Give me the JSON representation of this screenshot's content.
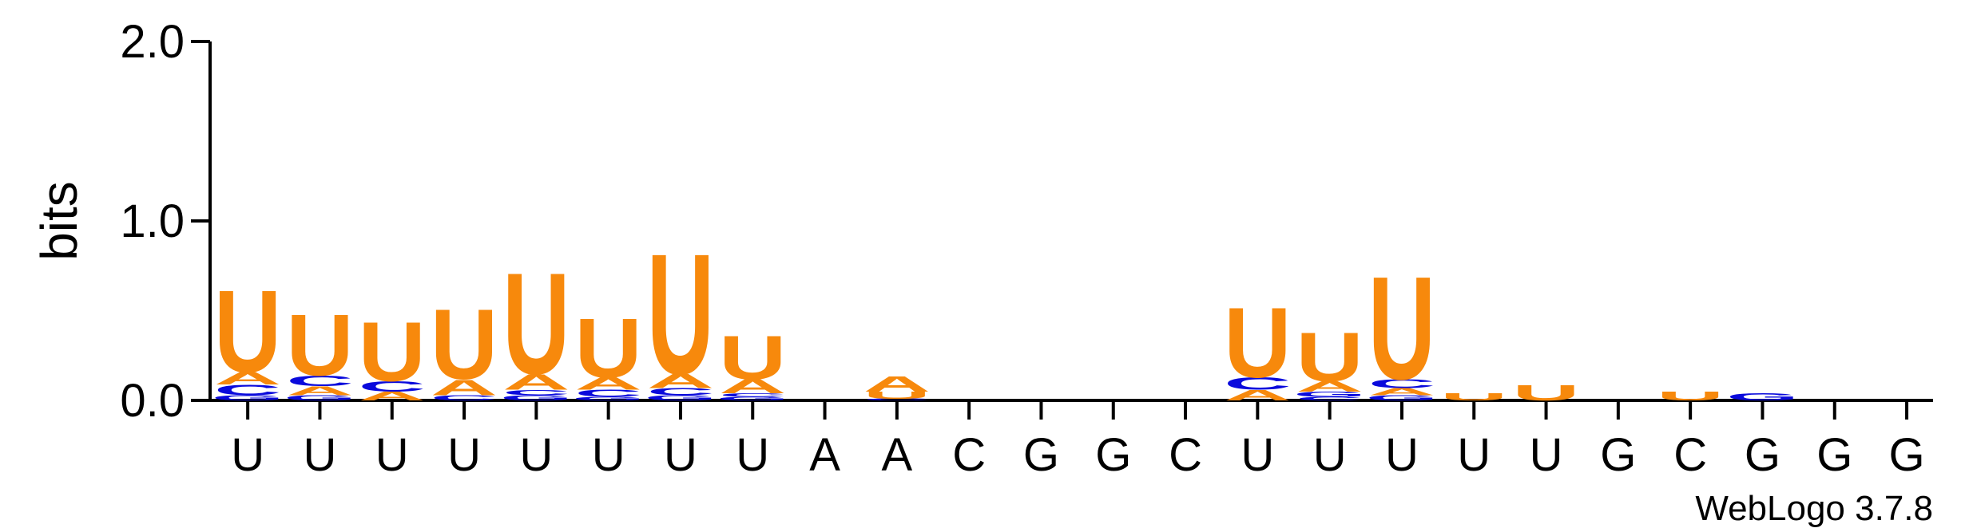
{
  "chart_data": {
    "type": "sequence-logo",
    "ylabel": "bits",
    "ylim": [
      0,
      2.0
    ],
    "yticks": [
      "0.0",
      "1.0",
      "2.0"
    ],
    "xtick_labels": [
      "U",
      "U",
      "U",
      "U",
      "U",
      "U",
      "U",
      "U",
      "A",
      "A",
      "C",
      "G",
      "G",
      "C",
      "U",
      "U",
      "U",
      "U",
      "U",
      "G",
      "C",
      "G",
      "G",
      "G"
    ],
    "credit": "WebLogo 3.7.8",
    "colors": {
      "U": "#f7890c",
      "A": "#f7890c",
      "C": "#0a0adc",
      "G": "#0a0adc"
    },
    "positions": [
      {
        "stack": [
          [
            "G",
            0.03
          ],
          [
            "C",
            0.06
          ],
          [
            "A",
            0.07
          ],
          [
            "U",
            0.47
          ]
        ]
      },
      {
        "stack": [
          [
            "G",
            0.03
          ],
          [
            "A",
            0.05
          ],
          [
            "C",
            0.06
          ],
          [
            "U",
            0.35
          ]
        ]
      },
      {
        "stack": [
          [
            "A",
            0.05
          ],
          [
            "C",
            0.06
          ],
          [
            "U",
            0.34
          ]
        ]
      },
      {
        "stack": [
          [
            "C",
            0.03
          ],
          [
            "A",
            0.09
          ],
          [
            "U",
            0.4
          ]
        ]
      },
      {
        "stack": [
          [
            "G",
            0.03
          ],
          [
            "C",
            0.03
          ],
          [
            "A",
            0.09
          ],
          [
            "U",
            0.58
          ]
        ]
      },
      {
        "stack": [
          [
            "G",
            0.02
          ],
          [
            "C",
            0.04
          ],
          [
            "A",
            0.07
          ],
          [
            "U",
            0.34
          ]
        ]
      },
      {
        "stack": [
          [
            "G",
            0.03
          ],
          [
            "C",
            0.04
          ],
          [
            "A",
            0.08
          ],
          [
            "U",
            0.69
          ]
        ]
      },
      {
        "stack": [
          [
            "G",
            0.02
          ],
          [
            "C",
            0.02
          ],
          [
            "A",
            0.08
          ],
          [
            "U",
            0.25
          ]
        ]
      },
      {
        "stack": []
      },
      {
        "stack": [
          [
            "C",
            0.01
          ],
          [
            "U",
            0.04
          ],
          [
            "A",
            0.09
          ]
        ]
      },
      {
        "stack": []
      },
      {
        "stack": []
      },
      {
        "stack": []
      },
      {
        "stack": []
      },
      {
        "stack": [
          [
            "A",
            0.06
          ],
          [
            "C",
            0.07
          ],
          [
            "U",
            0.4
          ]
        ]
      },
      {
        "stack": [
          [
            "C",
            0.02
          ],
          [
            "G",
            0.03
          ],
          [
            "A",
            0.06
          ],
          [
            "U",
            0.28
          ]
        ]
      },
      {
        "stack": [
          [
            "G",
            0.03
          ],
          [
            "A",
            0.04
          ],
          [
            "C",
            0.05
          ],
          [
            "U",
            0.59
          ]
        ]
      },
      {
        "stack": [
          [
            "U",
            0.04
          ]
        ]
      },
      {
        "stack": [
          [
            "U",
            0.09
          ]
        ]
      },
      {
        "stack": []
      },
      {
        "stack": [
          [
            "U",
            0.05
          ]
        ]
      },
      {
        "stack": [
          [
            "G",
            0.04
          ]
        ]
      },
      {
        "stack": []
      },
      {
        "stack": []
      }
    ]
  }
}
